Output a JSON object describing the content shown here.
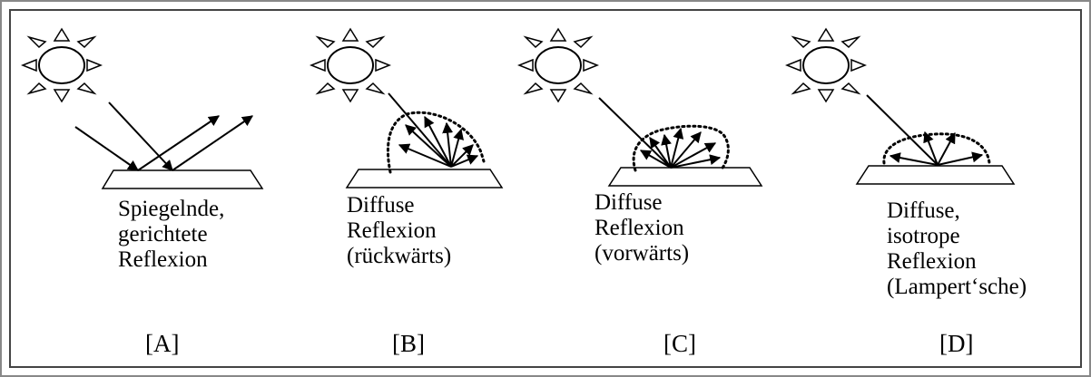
{
  "panels": [
    {
      "tag": "[A]",
      "lines": [
        "Spiegelnde,",
        "gerichtete",
        "Reflexion"
      ]
    },
    {
      "tag": "[B]",
      "lines": [
        "Diffuse",
        "Reflexion",
        "(rückwärts)"
      ]
    },
    {
      "tag": "[C]",
      "lines": [
        "Diffuse",
        "Reflexion",
        "(vorwärts)"
      ]
    },
    {
      "tag": "[D]",
      "lines": [
        "Diffuse,",
        "isotrope",
        "Reflexion",
        "(Lampert‘sche)"
      ]
    }
  ]
}
